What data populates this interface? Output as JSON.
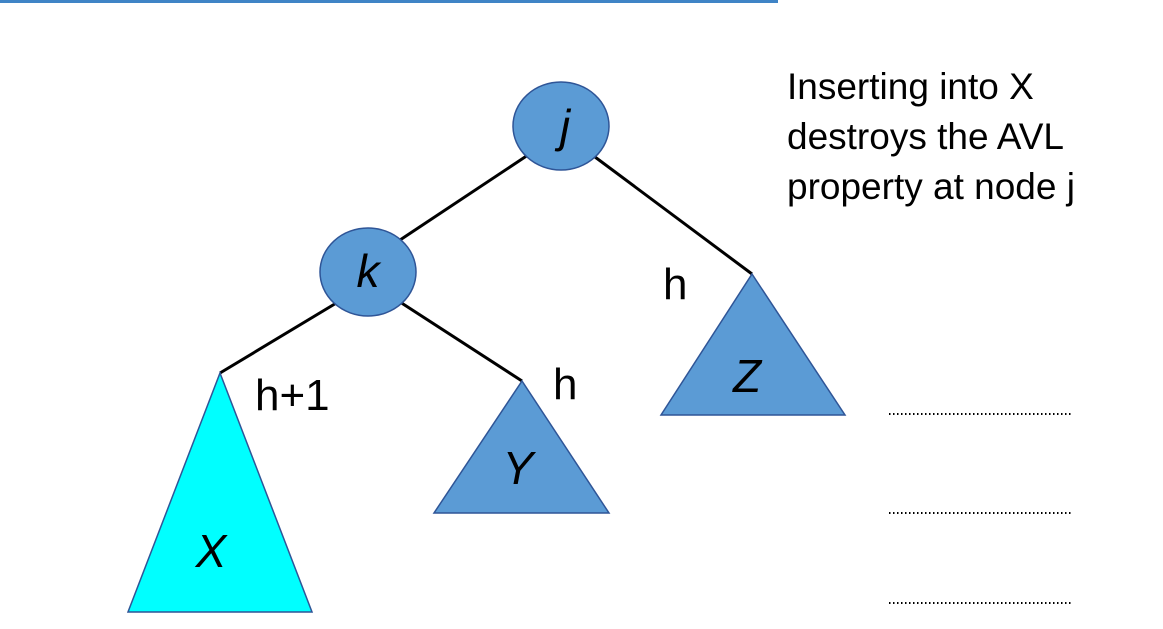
{
  "diagram": {
    "nodes": {
      "j": "j",
      "k": "k"
    },
    "subtrees": {
      "x": "X",
      "y": "Y",
      "z": "Z"
    },
    "heights": {
      "x": "h+1",
      "y": "h",
      "z": "h"
    }
  },
  "caption": {
    "lines": [
      "Inserting into X",
      "destroys the AVL",
      "property at node j"
    ]
  },
  "colors": {
    "node_fill": "#5b9bd5",
    "subtree_fill": "#5b9bd5",
    "highlight_fill": "#00ffff",
    "accent_bar": "#3f84c6"
  }
}
